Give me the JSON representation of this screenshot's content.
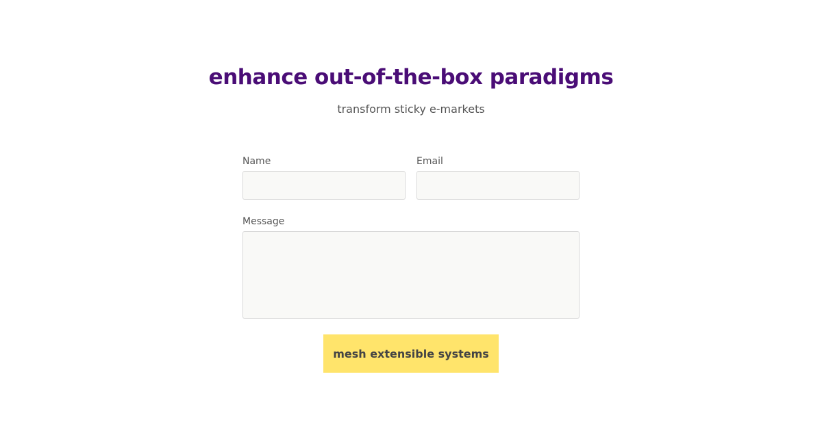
{
  "colors": {
    "heading": "#4a0d76",
    "button_bg": "#ffe46b"
  },
  "hero": {
    "title": "enhance out-of-the-box paradigms",
    "subtitle": "transform sticky e-markets"
  },
  "form": {
    "name_label": "Name",
    "name_value": "",
    "email_label": "Email",
    "email_value": "",
    "message_label": "Message",
    "message_value": "",
    "submit_label": "mesh extensible systems"
  }
}
